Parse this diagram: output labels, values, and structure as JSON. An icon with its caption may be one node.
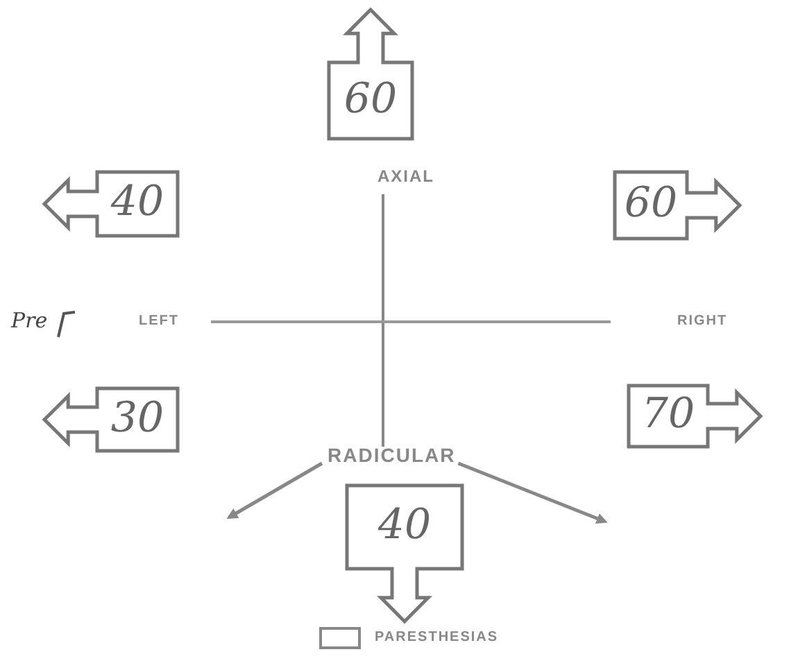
{
  "diagram": {
    "nodes": [
      {
        "text": [
          "60"
        ]
      },
      {
        "text": [
          "40"
        ]
      },
      {
        "text": [
          "60"
        ]
      },
      {
        "text": [
          "30"
        ]
      },
      {
        "text": [
          "70"
        ]
      },
      {
        "text": [
          "RADICULAR"
        ]
      },
      {
        "text": [
          "40"
        ]
      }
    ],
    "edges": [
      {
        "from": 5,
        "to": null,
        "arrow": "to"
      },
      {
        "from": 5,
        "to": null,
        "arrow": "to"
      }
    ],
    "labels": [
      "AXIAL",
      "Pre",
      "LEFT",
      "RIGHT"
    ],
    "legend": [
      {
        "text": "PARESTHESIAS"
      }
    ]
  }
}
